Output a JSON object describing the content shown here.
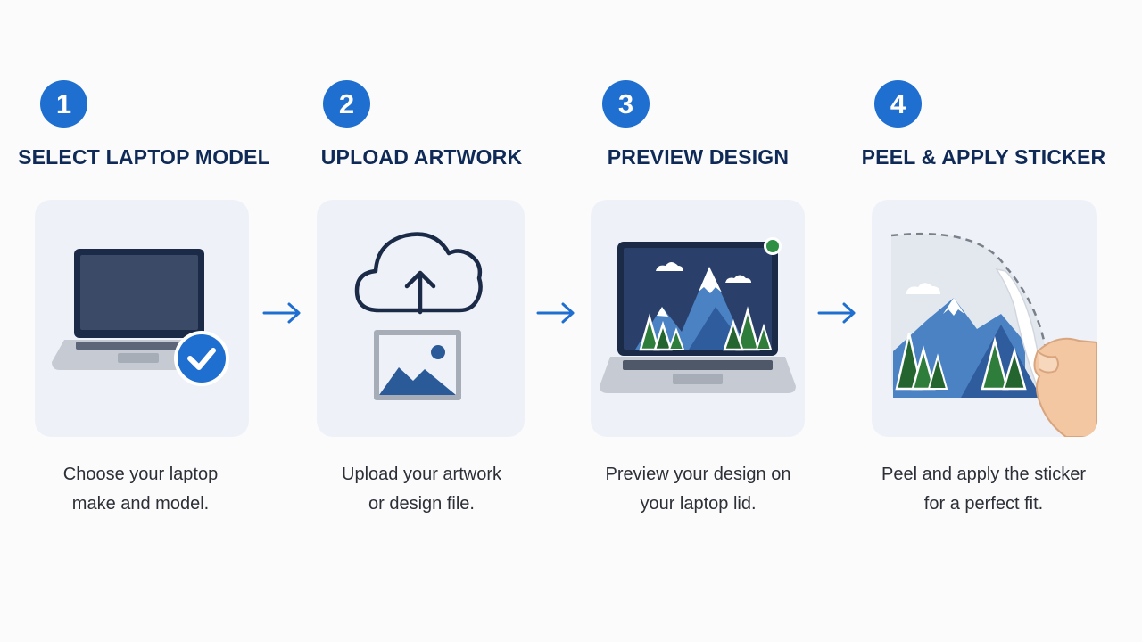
{
  "colors": {
    "accent": "#1f6fd0",
    "title": "#0f2a57",
    "card_bg": "#eef2f8",
    "text": "#2c2f36"
  },
  "steps": [
    {
      "number": "1",
      "title": "SELECT LAPTOP MODEL",
      "description_line1": "Choose your laptop",
      "description_line2": "make and model.",
      "icon": "laptop-checkmark-icon"
    },
    {
      "number": "2",
      "title": "UPLOAD ARTWORK",
      "description_line1": "Upload your artwork",
      "description_line2": "or design file.",
      "icon": "cloud-upload-icon"
    },
    {
      "number": "3",
      "title": "PREVIEW DESIGN",
      "description_line1": "Preview your design on",
      "description_line2": "your laptop lid.",
      "icon": "laptop-preview-icon"
    },
    {
      "number": "4",
      "title": "PEEL & APPLY STICKER",
      "description_line1": "Peel and apply the sticker",
      "description_line2": "for a perfect fit.",
      "icon": "peel-sticker-icon"
    }
  ]
}
